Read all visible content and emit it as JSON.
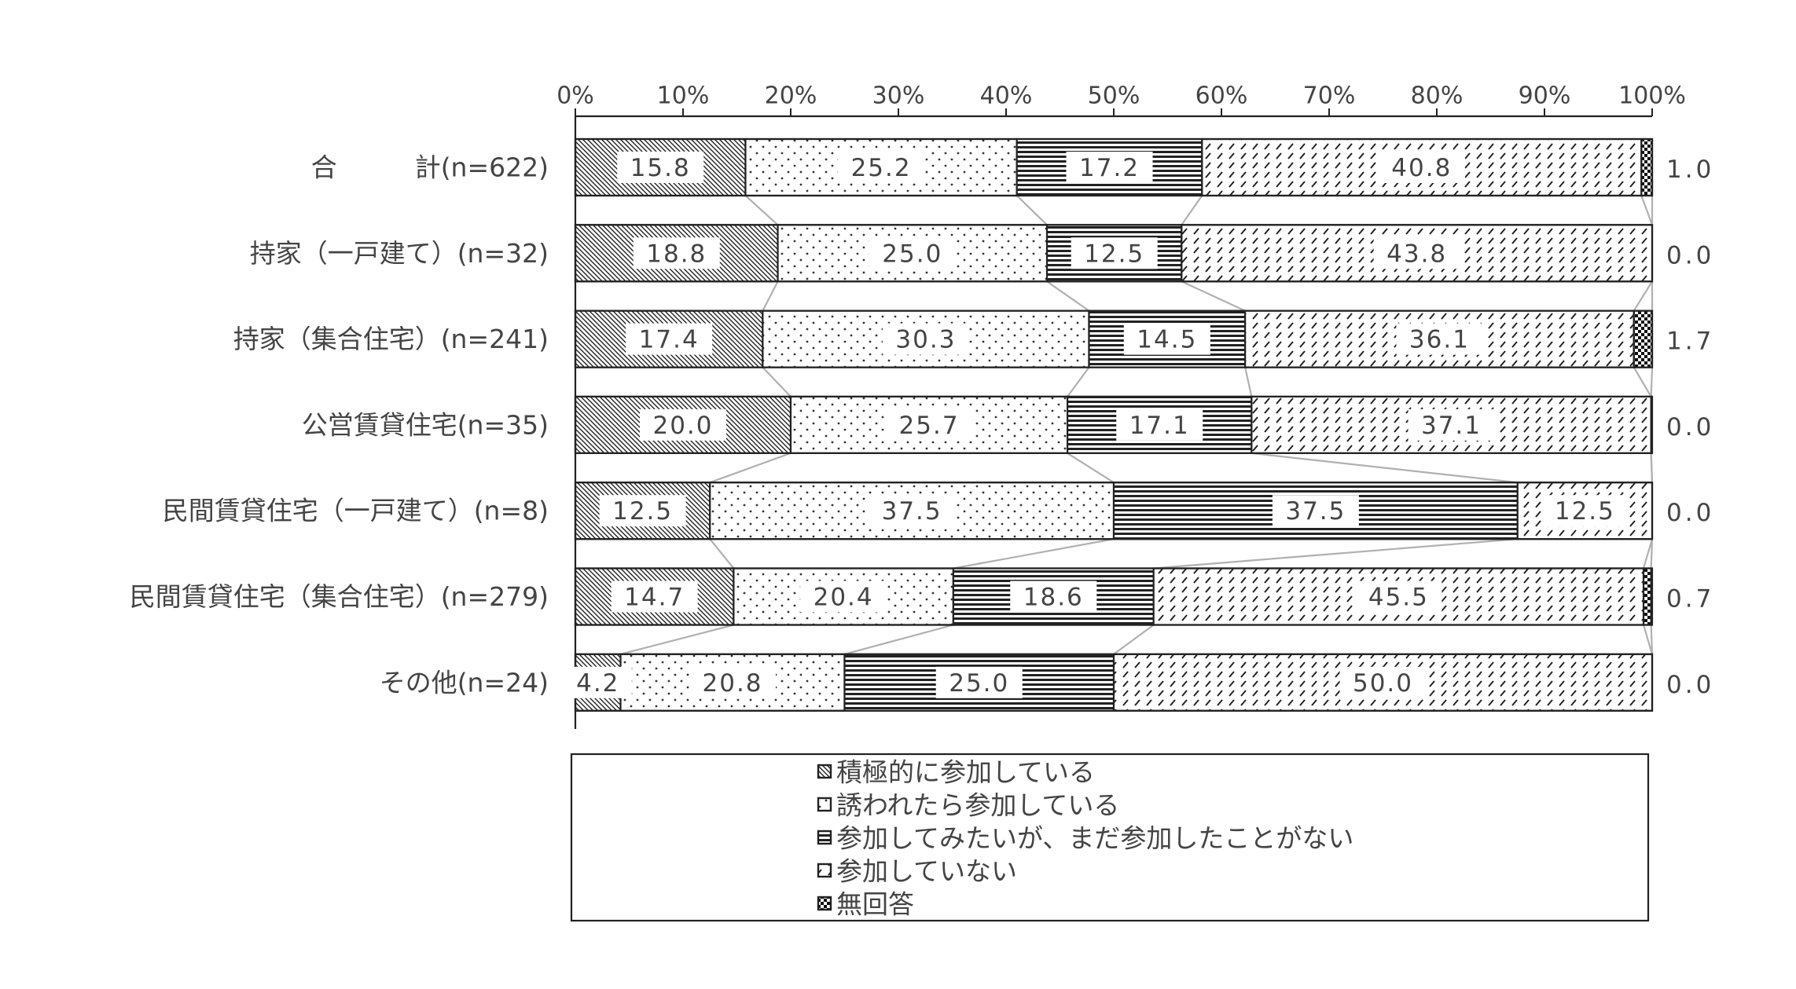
{
  "chart_data": {
    "type": "bar",
    "orientation": "horizontal",
    "stacked": true,
    "percent": true,
    "title": "",
    "xlabel": "",
    "ylabel": "",
    "xlim": [
      0,
      100
    ],
    "ticks": [
      "0%",
      "10%",
      "20%",
      "30%",
      "40%",
      "50%",
      "60%",
      "70%",
      "80%",
      "90%",
      "100%"
    ],
    "categories": [
      "合　　　計(n=622)",
      "持家（一戸建て）(n=32)",
      "持家（集合住宅）(n=241)",
      "公営賃貸住宅(n=35)",
      "民間賃貸住宅（一戸建て）(n=8)",
      "民間賃貸住宅（集合住宅）(n=279)",
      "その他(n=24)"
    ],
    "value_labels": {
      "積極的に参加している": [
        "15.8",
        "18.8",
        "17.4",
        "20.0",
        "12.5",
        "14.7",
        "4.2"
      ],
      "誘われたら参加している": [
        "25.2",
        "25.0",
        "30.3",
        "25.7",
        "37.5",
        "20.4",
        "20.8"
      ],
      "参加してみたいが、まだ参加したことがない": [
        "17.2",
        "12.5",
        "14.5",
        "17.1",
        "37.5",
        "18.6",
        "25.0"
      ],
      "参加していない": [
        "40.8",
        "43.8",
        "36.1",
        "37.1",
        "12.5",
        "45.5",
        "50.0"
      ],
      "無回答": [
        "1.0",
        "0.0",
        "1.7",
        "0.0",
        "0.0",
        "0.7",
        "0.0"
      ]
    },
    "series": [
      {
        "name": "積極的に参加している",
        "pattern": "diagonal-dense",
        "values": [
          15.8,
          18.8,
          17.4,
          20.0,
          12.5,
          14.7,
          4.2
        ]
      },
      {
        "name": "誘われたら参加している",
        "pattern": "dots",
        "values": [
          25.2,
          25.0,
          30.3,
          25.7,
          37.5,
          20.4,
          20.8
        ]
      },
      {
        "name": "参加してみたいが、まだ参加したことがない",
        "pattern": "horizontal-lines",
        "values": [
          17.2,
          12.5,
          14.5,
          17.1,
          37.5,
          18.6,
          25.0
        ]
      },
      {
        "name": "参加していない",
        "pattern": "dashed-diagonal",
        "values": [
          40.8,
          43.8,
          36.1,
          37.1,
          12.5,
          45.5,
          50.0
        ]
      },
      {
        "name": "無回答",
        "pattern": "checker",
        "values": [
          1.0,
          0.0,
          1.7,
          0.0,
          0.0,
          0.7,
          0.0
        ]
      }
    ],
    "legend": {
      "position": "bottom"
    },
    "grid": false,
    "colors": {
      "ink": "#222222",
      "text": "#444444",
      "connector": "#b0b0b0",
      "background": "#ffffff"
    }
  }
}
